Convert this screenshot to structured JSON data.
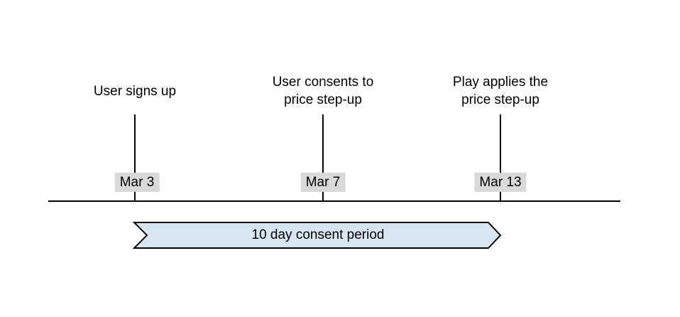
{
  "diagram": {
    "type": "timeline",
    "milestones": [
      {
        "lines": [
          "User signs up"
        ],
        "date": "Mar 3"
      },
      {
        "lines": [
          "User consents to",
          "price step-up"
        ],
        "date": "Mar 7"
      },
      {
        "lines": [
          "Play applies the",
          "price step-up"
        ],
        "date": "Mar 13"
      }
    ],
    "period_banner": {
      "label": "10 day consent period"
    }
  },
  "colors": {
    "banner_fill": "#d8e6f4",
    "banner_stroke": "#000000",
    "date_bg": "#d9d9d9",
    "line": "#000000"
  }
}
